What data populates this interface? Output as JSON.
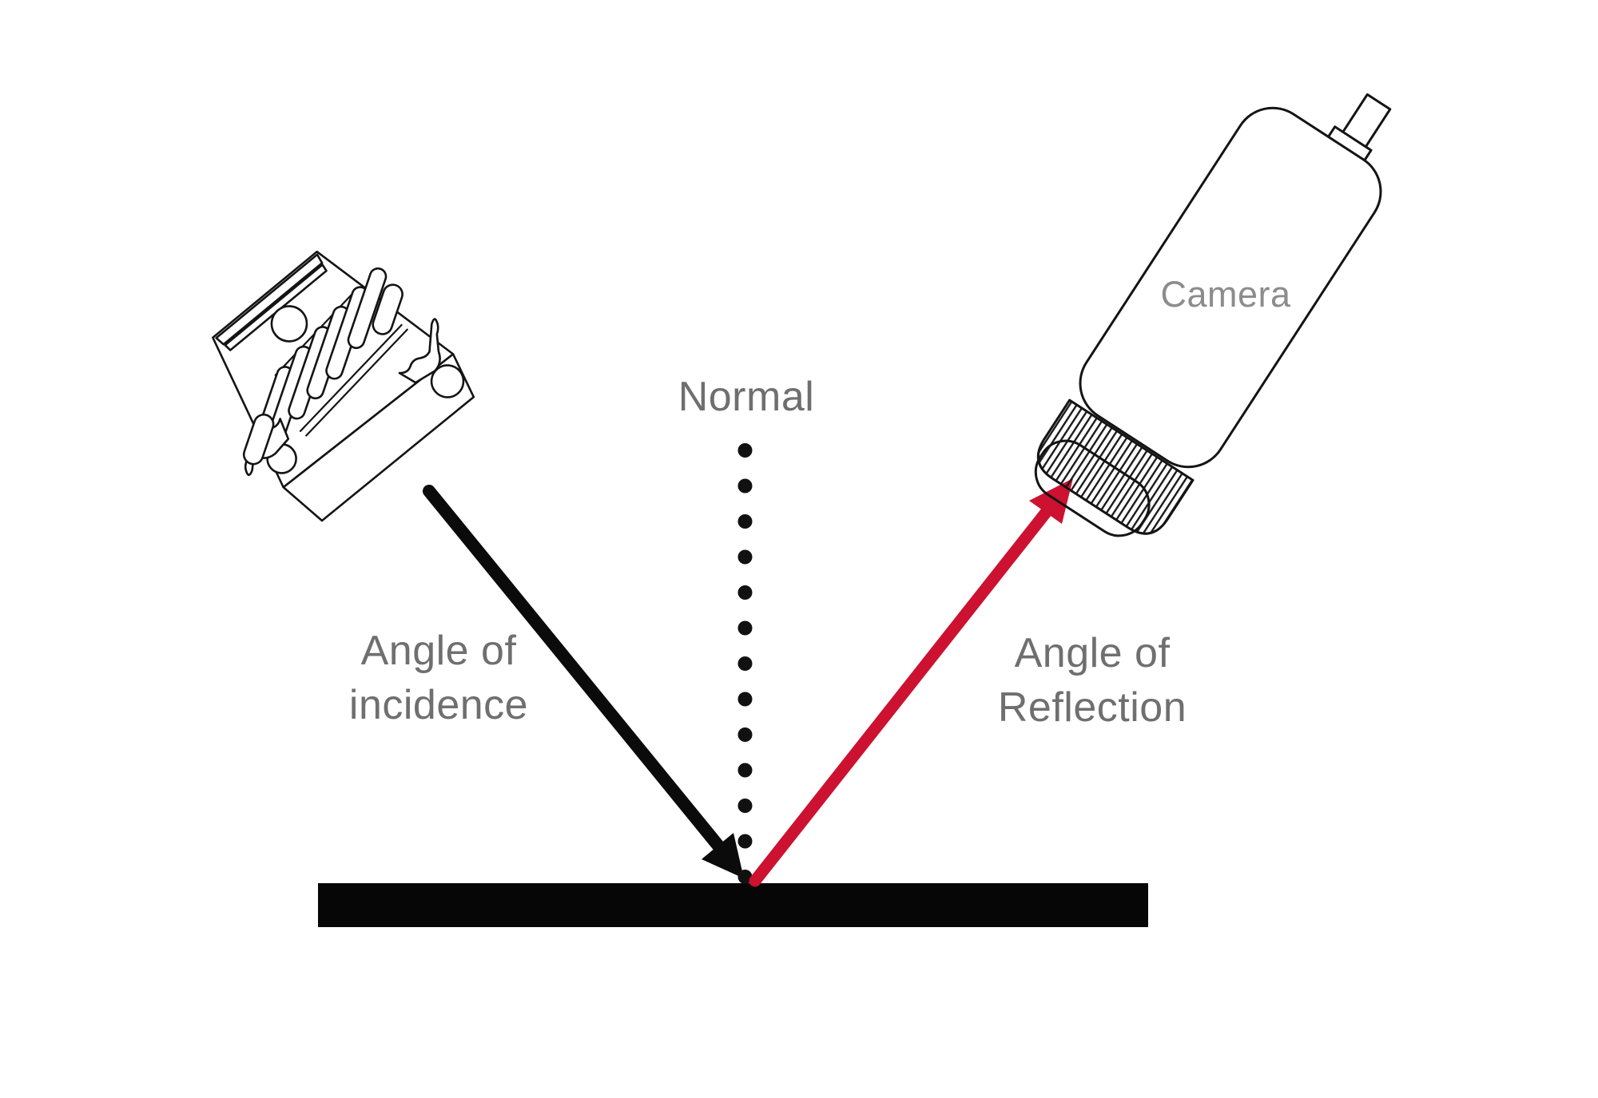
{
  "diagram": {
    "type": "law-of-reflection",
    "description": "Light source beam reflecting off a surface into a camera"
  },
  "labels": {
    "normal": "Normal",
    "camera": "Camera",
    "incidence": {
      "line1": "Angle of",
      "line2": "incidence"
    },
    "reflection": {
      "line1": "Angle of",
      "line2": "Reflection"
    }
  },
  "colors": {
    "background": "#ffffff",
    "outline": "#141414",
    "incident_ray": "#0b0b0b",
    "reflected_ray": "#cd1130",
    "surface": "#060606",
    "normal_dots": "#111111",
    "label_text": "#6f6f6f",
    "camera_text": "#8c8c8c"
  },
  "normal_line": {
    "dot_count": 13
  }
}
